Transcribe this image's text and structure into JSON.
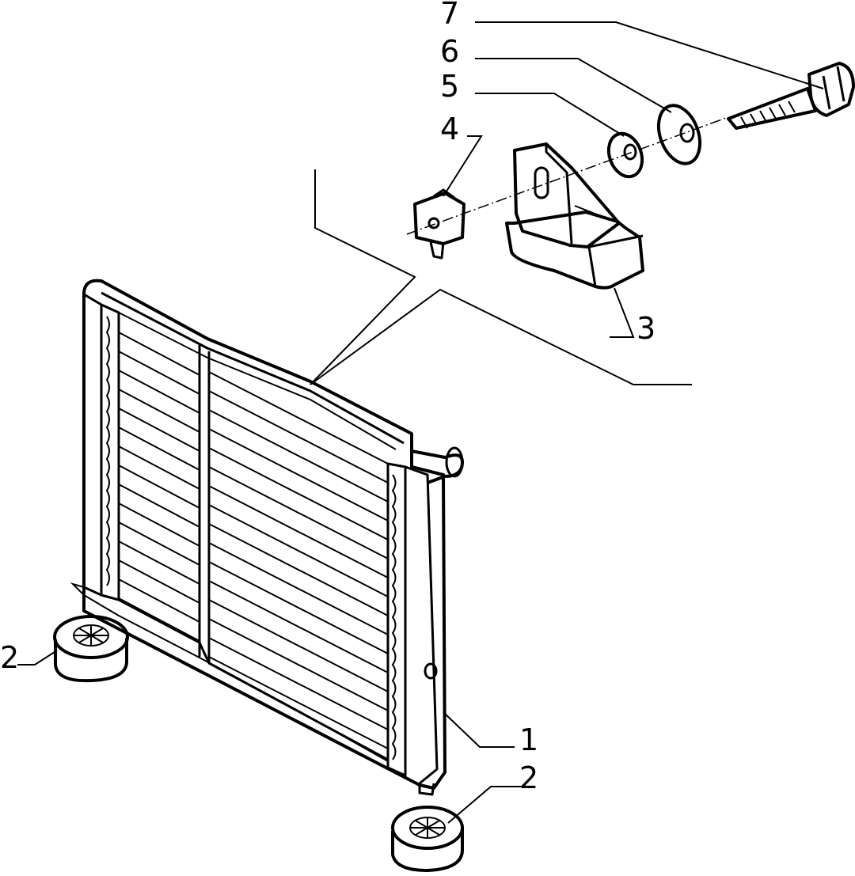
{
  "callouts": [
    {
      "id": "7",
      "label": "7"
    },
    {
      "id": "6",
      "label": "6"
    },
    {
      "id": "5",
      "label": "5"
    },
    {
      "id": "4",
      "label": "4"
    },
    {
      "id": "3",
      "label": "3"
    },
    {
      "id": "2a",
      "label": "2"
    },
    {
      "id": "1",
      "label": "1"
    },
    {
      "id": "2b",
      "label": "2"
    }
  ],
  "colors": {
    "ink": "#000000",
    "paper": "#ffffff"
  }
}
